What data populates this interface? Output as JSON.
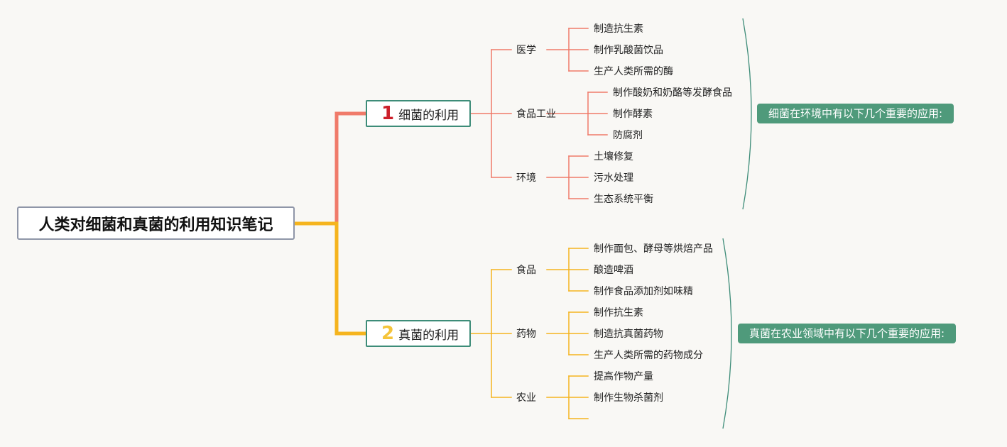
{
  "root": {
    "title": "人类对细菌和真菌的利用知识笔记"
  },
  "colors": {
    "bacteria": "#f07b6a",
    "bacteria_num": "#cc1f2a",
    "fungi": "#f5b41e",
    "fungi_num": "#f5c43a",
    "summary_bg": "#4f9a7b",
    "bracket": "#3d8c78"
  },
  "branches": [
    {
      "number": "1",
      "label": "细菌的利用",
      "summary": "细菌在环境中有以下几个重要的应用:",
      "subs": [
        {
          "label": "医学",
          "leaves": [
            "制造抗生素",
            "制作乳酸菌饮品",
            "生产人类所需的酶"
          ]
        },
        {
          "label": "食品工业",
          "leaves": [
            "制作酸奶和奶酪等发酵食品",
            "制作酵素",
            "防腐剂"
          ]
        },
        {
          "label": "环境",
          "leaves": [
            "土壤修复",
            "污水处理",
            "生态系统平衡"
          ]
        }
      ]
    },
    {
      "number": "2",
      "label": "真菌的利用",
      "summary": "真菌在农业领域中有以下几个重要的应用:",
      "subs": [
        {
          "label": "食品",
          "leaves": [
            "制作面包、酵母等烘焙产品",
            "酿造啤酒",
            "制作食品添加剂如味精"
          ]
        },
        {
          "label": "药物",
          "leaves": [
            "制作抗生素",
            "制造抗真菌药物",
            "生产人类所需的药物成分"
          ]
        },
        {
          "label": "农业",
          "leaves": [
            "提高作物产量",
            "制作生物杀菌剂",
            ""
          ]
        }
      ]
    }
  ]
}
